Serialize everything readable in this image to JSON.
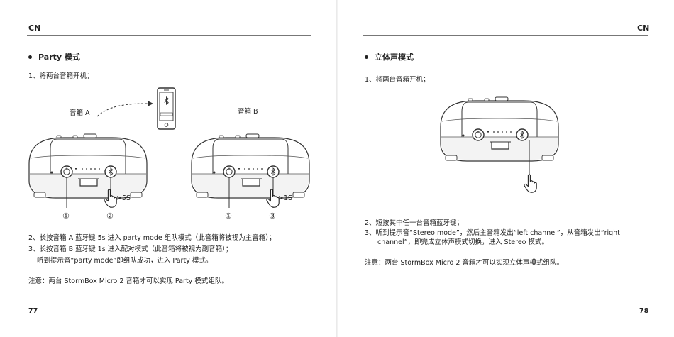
{
  "left": {
    "header": "CN",
    "section_title": "Party 模式",
    "step1": "1、将两台音箱开机；",
    "label_a": "音箱 A",
    "label_b": "音箱 B",
    "press_a": ">5S",
    "press_b": ">1S",
    "marker_1": "①",
    "marker_2": "②",
    "marker_3": "③",
    "step2": "2、长按音箱 A 蓝牙键 5s 进入 party mode 组队模式（此音箱将被视为主音箱）；",
    "step3_line1": "3、长按音箱 B 蓝牙键 1s 进入配对模式（此音箱将被视为副音箱）；",
    "step3_line2": "听到提示音“party mode”即组队成功，进入 Party 模式。",
    "note": "注意：两台 StormBox Micro 2 音箱才可以实现 Party 模式组队。",
    "page_number": "77"
  },
  "right": {
    "header": "CN",
    "section_title": "立体声模式",
    "step1": "1、将两台音箱开机；",
    "step2": "2、短按其中任一台音箱蓝牙键；",
    "step3_line1": "3、听到提示音“Stereo mode”，然后主音箱发出“left channel”，从音箱发出“right",
    "step3_line2": "channel”，即完成立体声模式切换，进入 Stereo 模式。",
    "note": "注意：两台 StormBox Micro 2 音箱才可以实现立体声模式组队。",
    "page_number": "78"
  },
  "icons": {
    "phone": "smartphone-icon",
    "bluetooth": "bluetooth-icon",
    "hand": "pointing-hand-icon",
    "power": "power-icon"
  }
}
